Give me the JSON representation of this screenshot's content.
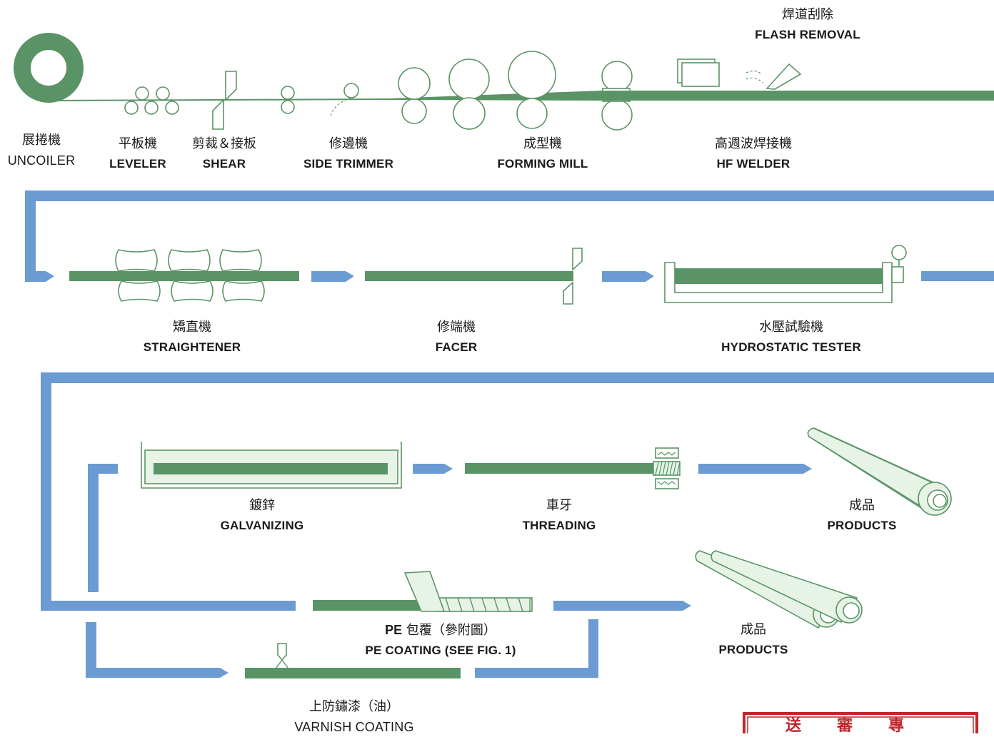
{
  "stations": {
    "uncoiler": {
      "zh": "展捲機",
      "en": "UNCOILER"
    },
    "leveler": {
      "zh": "平板機",
      "en": "LEVELER"
    },
    "shear": {
      "zh": "剪裁＆接板",
      "en": "SHEAR"
    },
    "side_trimmer": {
      "zh": "修邊機",
      "en": "SIDE TRIMMER"
    },
    "forming_mill": {
      "zh": "成型機",
      "en": "FORMING MILL"
    },
    "flash_removal": {
      "zh": "焊道刮除",
      "en": "FLASH REMOVAL"
    },
    "hf_welder": {
      "zh": "高週波焊接機",
      "en": "HF WELDER"
    },
    "straightener": {
      "zh": "矯直機",
      "en": "STRAIGHTENER"
    },
    "facer": {
      "zh": "修端機",
      "en": "FACER"
    },
    "hydrostatic_tester": {
      "zh": "水壓試驗機",
      "en": "HYDROSTATIC TESTER"
    },
    "galvanizing": {
      "zh": "鍍鋅",
      "en": "GALVANIZING"
    },
    "threading": {
      "zh": "車牙",
      "en": "THREADING"
    },
    "products_1": {
      "zh": "成品",
      "en": "PRODUCTS"
    },
    "pe_coating": {
      "zh_prefix": "PE",
      "zh": " 包覆（參附圖）",
      "en": "PE COATING (SEE FIG. 1)"
    },
    "products_2": {
      "zh": "成品",
      "en": "PRODUCTS"
    },
    "varnish_coating": {
      "zh": "上防鏽漆（油）",
      "en": "VARNISH COATING"
    }
  },
  "stamp": {
    "text": "送審專用"
  },
  "colors": {
    "material_green": "#5a9466",
    "flow_blue": "#6b9bd2",
    "equipment_fill": "#e6f3e6",
    "stamp_red": "#c0262b"
  }
}
